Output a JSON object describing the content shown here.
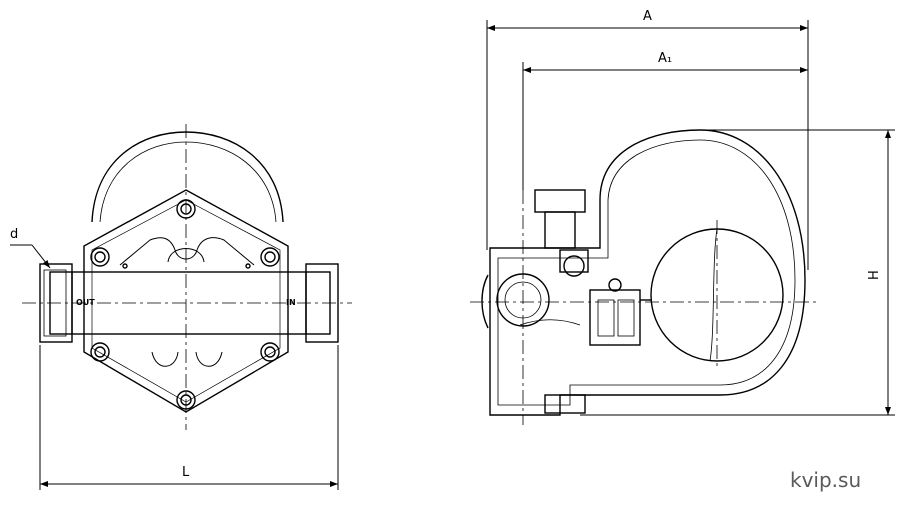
{
  "labels": {
    "d": "d",
    "L": "L",
    "A": "A",
    "A1": "A₁",
    "H": "H",
    "out": "OUT",
    "in": "IN"
  },
  "watermark": "kvip.su"
}
